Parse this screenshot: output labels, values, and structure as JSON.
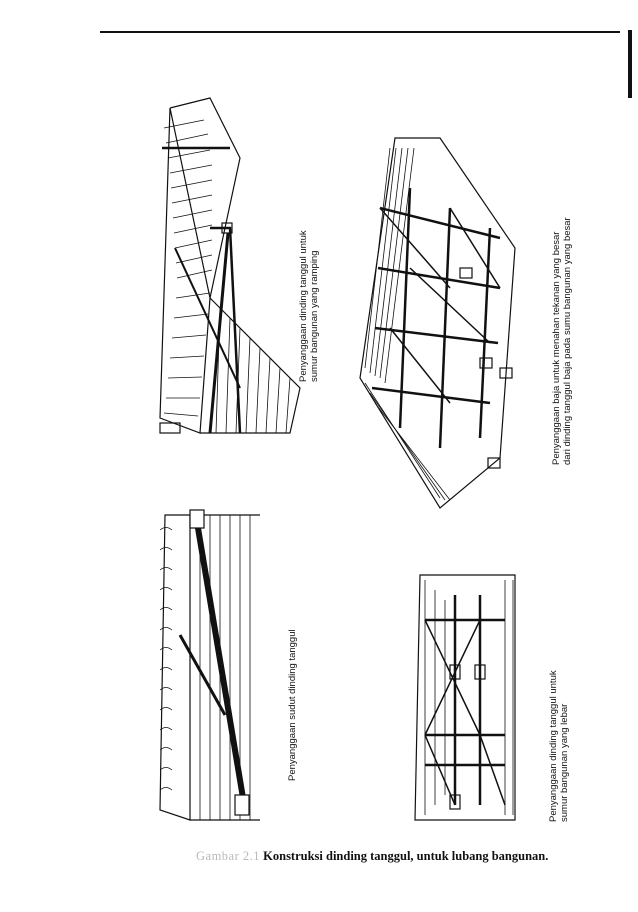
{
  "figures": {
    "corner_shoring": {
      "label": "Penyanggaan sudut dinding tanggul"
    },
    "narrow_pit": {
      "label_line1": "Penyanggaan dinding tanggul untuk",
      "label_line2": "sumur bangunan yang ramping"
    },
    "wide_pit": {
      "label_line1": "Penyanggaan dinding tanggul untuk",
      "label_line2": "sumur bangunan yang lebar"
    },
    "large_pit_steel": {
      "label_line1": "Penyanggaan baja untuk menahan tekanan yang besar",
      "label_line2": "dari dinding tanggul baja pada sumu bangunan yang besar"
    }
  },
  "caption": {
    "prefix": "Gambar 2.1",
    "text": "Konstruksi dinding tanggul, untuk lubang bangunan."
  }
}
